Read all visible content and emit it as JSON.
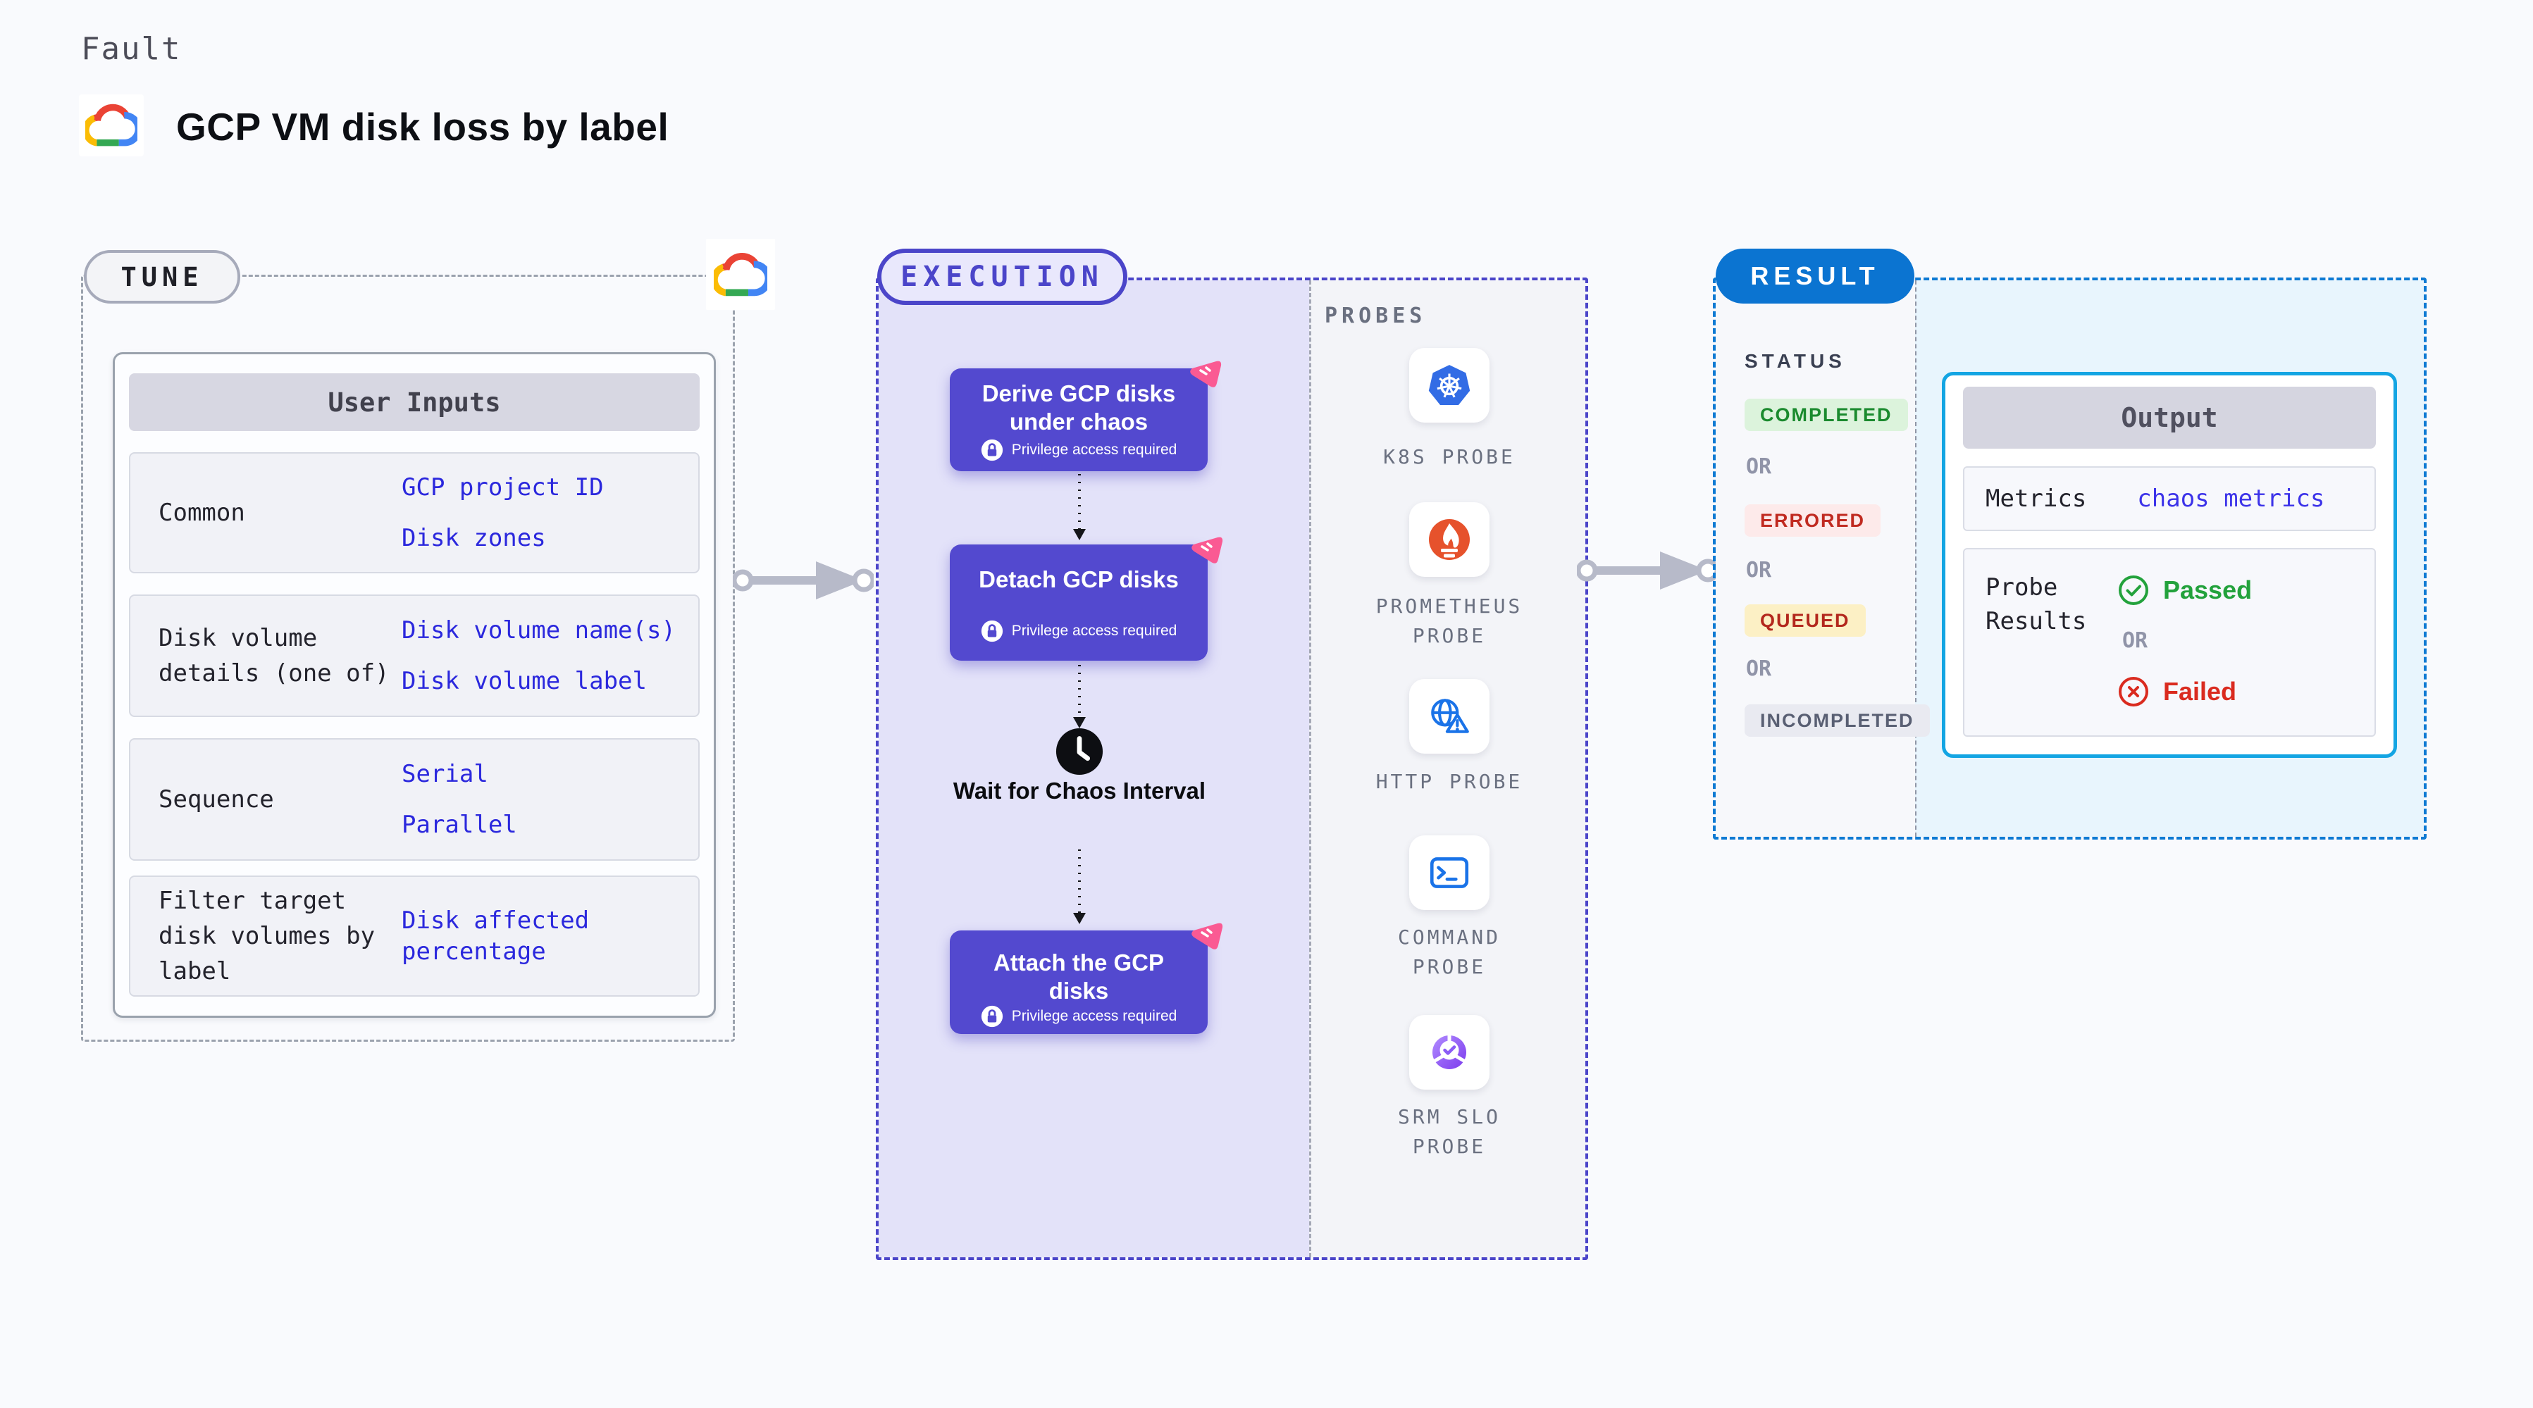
{
  "header": {
    "kicker": "Fault",
    "title": "GCP VM disk loss by label",
    "logo_icon": "gcp-cloud-logo"
  },
  "tune": {
    "badge": "TUNE",
    "table": {
      "header": "User Inputs",
      "rows": [
        {
          "label": "Common",
          "values": [
            "GCP project ID",
            "Disk zones"
          ]
        },
        {
          "label": "Disk volume details (one of)",
          "values": [
            "Disk volume name(s)",
            "Disk volume label"
          ]
        },
        {
          "label": "Sequence",
          "values": [
            "Serial",
            "Parallel"
          ]
        },
        {
          "label": "Filter target disk volumes by label",
          "values": [
            "Disk affected percentage"
          ]
        }
      ]
    }
  },
  "execution": {
    "badge": "EXECUTION",
    "privilege_note": "Privilege access required",
    "wait_label": "Wait for Chaos Interval",
    "nodes": [
      {
        "title": "Derive GCP disks under chaos"
      },
      {
        "title": "Detach GCP disks"
      },
      {
        "title": "Attach the GCP disks"
      }
    ]
  },
  "probes": {
    "heading": "PROBES",
    "items": [
      {
        "label": "K8S PROBE",
        "icon": "kubernetes-icon"
      },
      {
        "label": "PROMETHEUS PROBE",
        "icon": "prometheus-icon"
      },
      {
        "label": "HTTP PROBE",
        "icon": "globe-warning-icon"
      },
      {
        "label": "COMMAND PROBE",
        "icon": "terminal-icon"
      },
      {
        "label": "SRM SLO PROBE",
        "icon": "slo-donut-check-icon"
      }
    ]
  },
  "result": {
    "badge": "RESULT",
    "status_heading": "STATUS",
    "or_label": "OR",
    "statuses": [
      {
        "label": "COMPLETED",
        "fg": "#1a8a2e",
        "bg": "#dcf3dc"
      },
      {
        "label": "ERRORED",
        "fg": "#c02a20",
        "bg": "#fdeaea"
      },
      {
        "label": "QUEUED",
        "fg": "#b3271d",
        "bg": "#fcf0c5"
      },
      {
        "label": "INCOMPLETED",
        "fg": "#595f73",
        "bg": "#e9eaf1"
      }
    ],
    "output": {
      "header": "Output",
      "metrics_label": "Metrics",
      "metrics_value": "chaos metrics",
      "probe_results_label": "Probe Results",
      "passed_label": "Passed",
      "failed_label": "Failed"
    }
  },
  "colors": {
    "page_bg": "#f9fafd",
    "node_purple": "#5349cf",
    "execution_accent": "#4b45c9",
    "execution_bg": "#e3e2f9",
    "probes_bg": "#f3f4f8",
    "result_accent": "#0b74d1",
    "result_bg": "#e8f5fd",
    "output_border": "#14a5e3",
    "value_blue": "#2b28dd",
    "passed_green": "#23a23c",
    "failed_red": "#da2b1f",
    "pink_accent": "#fa5a93",
    "kubernetes_blue": "#326ce5",
    "prometheus_orange": "#e6522c"
  }
}
